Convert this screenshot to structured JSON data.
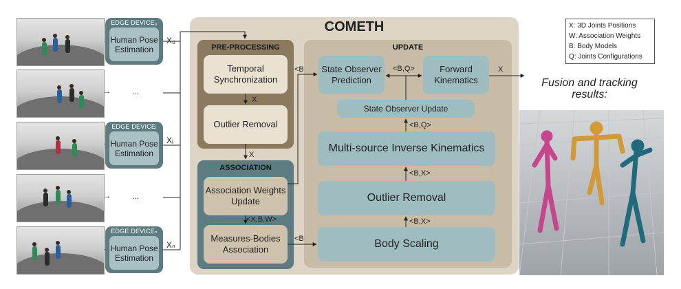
{
  "title": "COMETH",
  "legend": [
    "X: 3D Joints Positions",
    "W: Association Weights",
    "B: Body Models",
    "Q: Joints Configurations"
  ],
  "devices": [
    {
      "title": "EDGE DEVICE₀",
      "body": "Human Pose Estimation",
      "output": "X₀"
    },
    {
      "title": "EDGE DEVICEᵢ",
      "body": "Human Pose Estimation",
      "output": "Xᵢ"
    },
    {
      "title": "EDGE DEVICEₙ",
      "body": "Human Pose Estimation",
      "output": "Xₙ"
    }
  ],
  "ellipsis": "...",
  "preprocessing": {
    "title": "PRE-PROCESSING",
    "temporal": "Temporal Synchronization",
    "outlier": "Outlier Removal",
    "between_label": "X",
    "out_label": "X"
  },
  "association": {
    "title": "ASSOCIATION",
    "weights": "Association Weights Update",
    "measures": "Measures-Bodies Association",
    "between_label": "<X,B,W>",
    "to_update_label": "<B,X>",
    "to_predict_label": "<B,Q>"
  },
  "update": {
    "title": "UPDATE",
    "predict": "State Observer Prediction",
    "forward": "Forward Kinematics",
    "observer_update": "State Observer Update",
    "mik": "Multi-source Inverse Kinematics",
    "outlier": "Outlier Removal",
    "scaling": "Body Scaling",
    "bq_top": "<B,Q>",
    "bq_mid": "<B,Q>",
    "bx_1": "<B,X>",
    "bx_2": "<B,X>",
    "x_out": "X"
  },
  "results": "Fusion and tracking results:",
  "colors": {
    "outer": "#ddd4c5",
    "preproc": "#8b7a5e",
    "assoc": "#5d7c82",
    "update": "#c8bca7",
    "teal_box": "#9fbcc1",
    "light_box": "#e9e1d2",
    "skeleton_pink": "#c5468c",
    "skeleton_orange": "#d29a36",
    "skeleton_teal": "#1f6a7c"
  }
}
